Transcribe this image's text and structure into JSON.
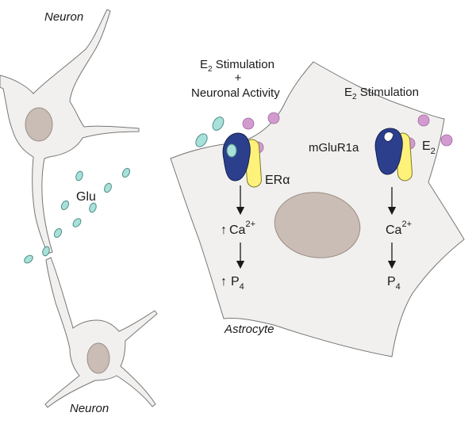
{
  "labels": {
    "neuron_top": "Neuron",
    "neuron_bottom": "Neuron",
    "astrocyte": "Astrocyte",
    "glu": "Glu",
    "left_heading": {
      "line1_base": "E",
      "line1_sub": "2",
      "line1_rest": " Stimulation",
      "plus": "+",
      "line3": "Neuronal Activity"
    },
    "right_heading": {
      "base": "E",
      "sub": "2",
      "rest": " Stimulation"
    },
    "era": "ERα",
    "mglur1a": "mGluR1a",
    "e2_label": {
      "base": "E",
      "sub": "2"
    },
    "left_pathway": {
      "ca_prefix": "↑",
      "ca": "Ca",
      "ca_sup": "2+",
      "p_prefix": "↑",
      "p": "P",
      "p_sub": "4"
    },
    "right_pathway": {
      "ca": "Ca",
      "ca_sup": "2+",
      "p": "P",
      "p_sub": "4"
    }
  },
  "colors": {
    "cell_fill": "#f1f0ee",
    "nucleus_fill": "#c9bdb5",
    "glutamate": "#a8e0da",
    "estradiol": "#d29bd0",
    "mglur1a": "#2b3f8d",
    "era": "#fff27a"
  }
}
